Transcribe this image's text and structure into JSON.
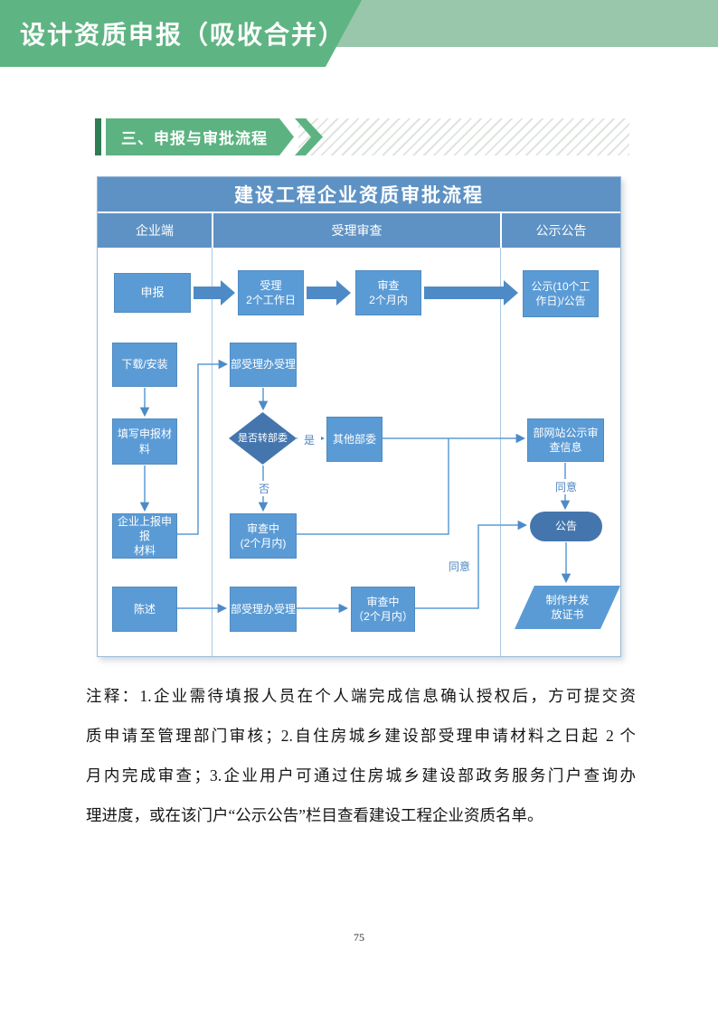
{
  "page": {
    "header_title": "设计资质申报（吸收合并）",
    "section_title": "三、申报与审批流程",
    "page_number": "75"
  },
  "flowchart": {
    "title": "建设工程企业资质审批流程",
    "columns": [
      "企业端",
      "受理审查",
      "公示公告"
    ],
    "nodes": {
      "apply": "申报",
      "accept": "受理\n2个工作日",
      "review": "审查\n2个月内",
      "publicity": "公示(10个工\n作日)/公告",
      "download": "下载/安装",
      "accept_office_top": "部受理办受理",
      "fill_materials": "填写申报材料",
      "transfer_decision": "是否转部委",
      "other_ministries": "其他部委",
      "site_publicity": "部网站公示审\n查信息",
      "enterprise_submit": "企业上报申报\n材料",
      "review_mid": "审查中\n(2个月内)",
      "announcement": "公告",
      "statement": "陈述",
      "accept_office_bottom": "部受理办受理",
      "review_bottom": "审查中\n（2个月内）",
      "certificate": "制作并发\n放证书"
    },
    "edge_labels": {
      "yes": "是",
      "no": "否",
      "agree_publicity": "同意",
      "agree_review": "同意"
    }
  },
  "note": {
    "lines": [
      "注释：1.企业需待填报人员在个人端完成信息确认授权后，方可提交资",
      "质申请至管理部门审核；2.自住房城乡建设部受理申请材料之日起 2 个",
      "月内完成审查；3.企业用户可通过住房城乡建设部政务服务门户查询办",
      "理进度，或在该门户“公示公告”栏目查看建设工程企业资质名单。"
    ]
  },
  "colors": {
    "banner_green": "#5fb483",
    "band_green": "#98c7ab",
    "accent_dark_green": "#2f7d53",
    "chart_header_blue": "#5e92c4",
    "node_blue": "#5b9bd5",
    "node_dark_blue": "#4476ad",
    "connector_blue": "#4e8bc6"
  }
}
